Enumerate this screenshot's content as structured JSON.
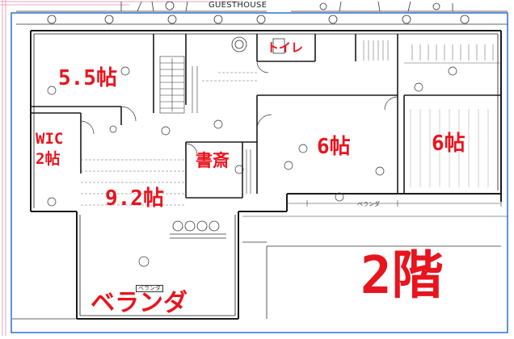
{
  "header": {
    "title": "GUESTHOUSE"
  },
  "rooms": {
    "bedroom_nw": "5.5帖",
    "toilet": "トイレ",
    "wic_line1": "WIC",
    "wic_line2": "2帖",
    "study": "書斎",
    "room_center": "6帖",
    "room_east": "6帖",
    "hall": "9.2帖",
    "veranda": "ベランダ",
    "floor": "2階"
  },
  "plan_notes": {
    "veranda_small_tag": "ベランダ",
    "veranda_east_tag": "ベランダ"
  },
  "colors": {
    "label": "#e8141e",
    "line": "#1a1a1a",
    "frame": "#2d6fd6"
  }
}
